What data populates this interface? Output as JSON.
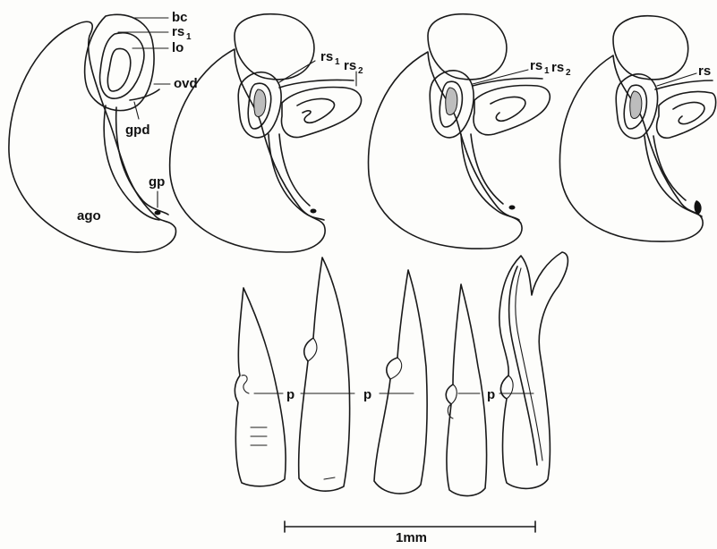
{
  "labels": {
    "bc": "bc",
    "rs1_a": "rs",
    "lo": "lo",
    "ovd": "ovd",
    "gpd": "gpd",
    "gp": "gp",
    "ago": "ago",
    "rs1_b": "rs",
    "rs2_b": "rs",
    "rs1_c": "rs",
    "rs2_c": "rs",
    "rs_d": "rs",
    "p1": "p",
    "p2": "p",
    "p3": "p"
  },
  "subscripts": {
    "rs1_a": "1",
    "rs1_b": "1",
    "rs2_b": "2",
    "rs1_c": "1",
    "rs2_c": "2"
  },
  "scale_bar": {
    "label": "1mm"
  }
}
